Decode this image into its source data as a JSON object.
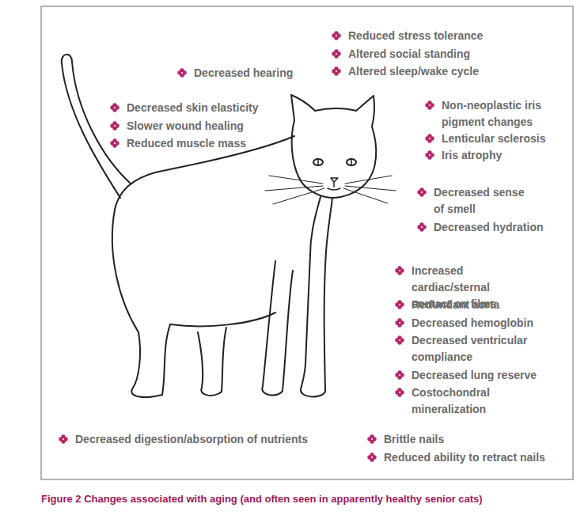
{
  "diagram": {
    "caption": "Figure 2 Changes associated with aging (and often seen in apparently healthy senior cats)",
    "labels": [
      "Reduced stress tolerance",
      "Altered social standing",
      "Altered sleep/wake cycle",
      "Decreased hearing",
      "Decreased skin elasticity",
      "Slower wound healing",
      "Reduced muscle mass",
      "Non-neoplastic iris pigment changes",
      "Lenticular sclerosis",
      "Iris atrophy",
      "Decreased sense of smell",
      "Decreased hydration",
      "Increased cardiac/sternal contact on films",
      "Redundant aorta",
      "Decreased hemoglobin",
      "Decreased ventricular compliance",
      "Decreased lung reserve",
      "Costochondral mineralization",
      "Decreased digestion/absorption of nutrients",
      "Brittle nails",
      "Reduced ability to retract nails"
    ]
  }
}
